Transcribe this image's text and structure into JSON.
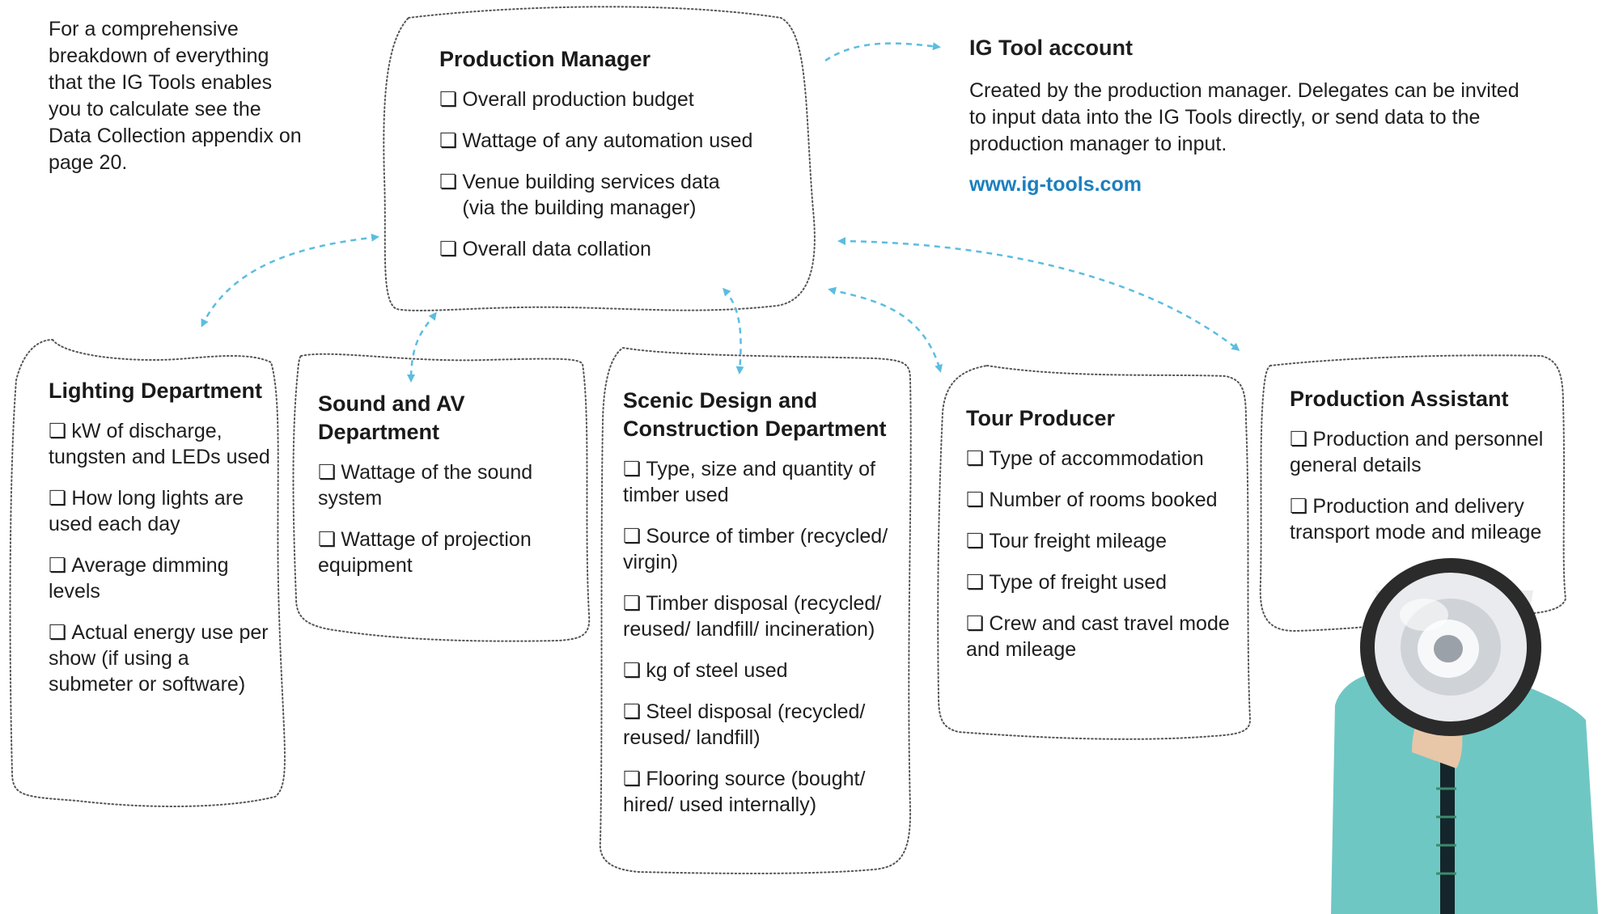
{
  "intro_text": "For a comprehensive breakdown of everything that the IG Tools enables you to calculate see the Data Collection appendix on page 20.",
  "ig_account": {
    "title": "IG Tool account",
    "body": "Created by the production manager. Delegates can be invited to input data into the IG Tools directly, or send data to the production manager to input.",
    "url": "www.ig-tools.com"
  },
  "checkbox_glyph": "❏",
  "colors": {
    "arrow": "#5bbde0",
    "outline": "#555555",
    "link": "#1b7fbf",
    "shirt": "#6fc7c4"
  },
  "roles": [
    {
      "id": "production-manager",
      "title": "Production Manager",
      "items": [
        "Overall production budget",
        "Wattage of any automation used",
        "Venue building services data (via the building manager)",
        "Overall data collation"
      ]
    },
    {
      "id": "lighting",
      "title": "Lighting Department",
      "items": [
        "kW of discharge, tungsten and LEDs used",
        "How long lights are used each day",
        "Average dimming levels",
        "Actual energy use per show (if using a submeter or software)"
      ]
    },
    {
      "id": "sound-av",
      "title": "Sound and AV Department",
      "items": [
        "Wattage of the sound system",
        "Wattage of projection equipment"
      ]
    },
    {
      "id": "scenic",
      "title": "Scenic Design and Construction Department",
      "items": [
        "Type, size and quantity of timber used",
        "Source of timber (recycled/ virgin)",
        "Timber disposal (recycled/ reused/ landfill/ incineration)",
        "kg of steel used",
        "Steel disposal (recycled/ reused/ landfill)",
        "Flooring source (bought/ hired/ used internally)"
      ]
    },
    {
      "id": "tour-producer",
      "title": "Tour Producer",
      "items": [
        "Type of accommodation",
        "Number of rooms booked",
        "Tour freight mileage",
        "Type of freight used",
        "Crew and cast travel mode and mileage"
      ]
    },
    {
      "id": "production-assistant",
      "title": "Production Assistant",
      "items": [
        "Production and personnel general details",
        "Production and delivery transport mode and mileage"
      ]
    }
  ]
}
